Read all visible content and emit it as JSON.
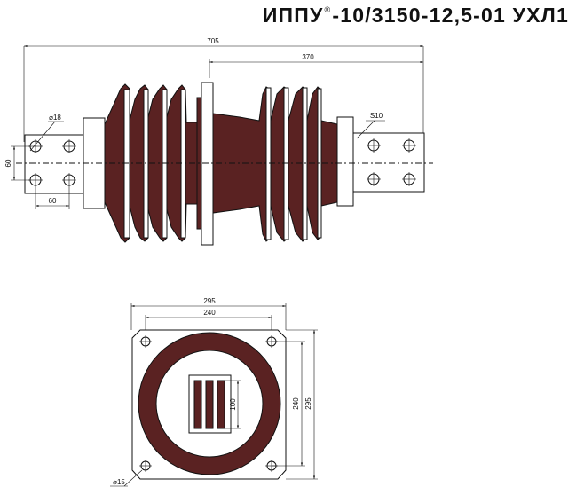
{
  "title": {
    "main": "ИППУ",
    "sup": "®",
    "rest": "-10/3150-12,5-01 УХЛ1"
  },
  "side_view": {
    "dim_total": "705",
    "dim_half": "370",
    "dim_hole_dia": "⌀18",
    "dim_terminal_thickness": "S10",
    "dim_hole_spacing_v": "60",
    "dim_hole_spacing_h": "60"
  },
  "front_view": {
    "dim_outer_w": "295",
    "dim_inner_w": "240",
    "dim_inner_h": "240",
    "dim_outer_h": "295",
    "dim_bar": "100",
    "dim_mount_hole": "⌀15"
  },
  "colors": {
    "body": "#5a2222",
    "line": "#111111"
  }
}
